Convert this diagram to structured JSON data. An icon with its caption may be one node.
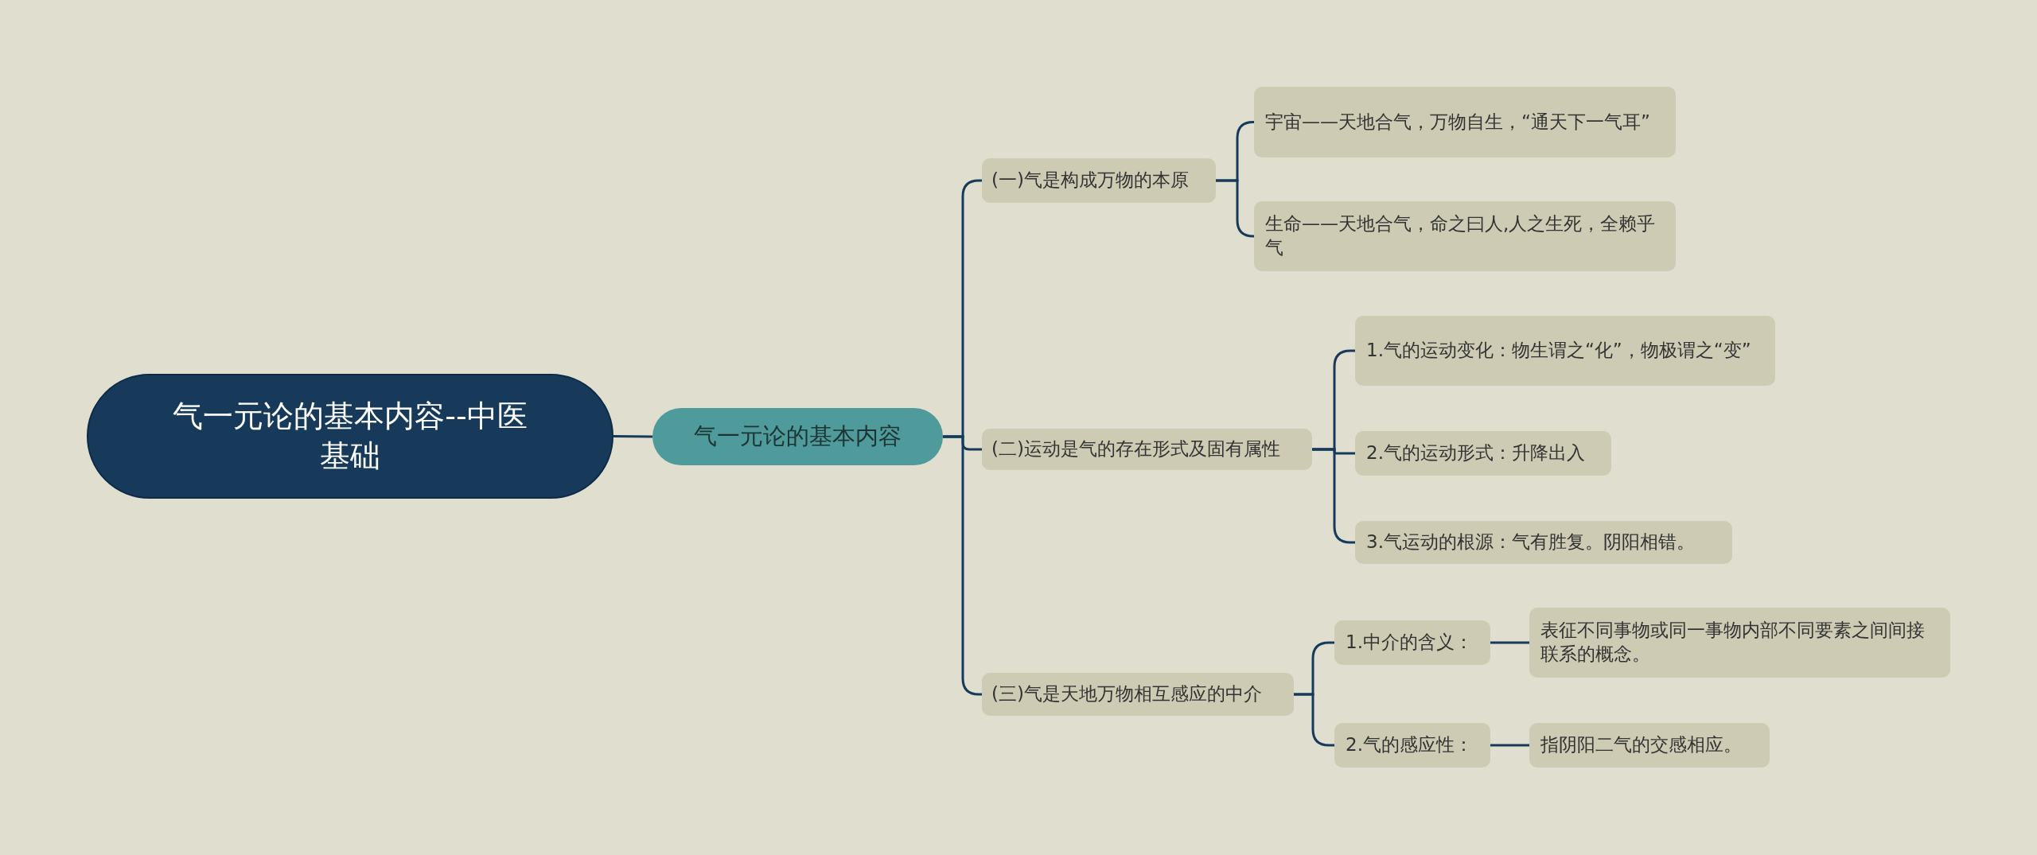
{
  "diagram": {
    "nodes": [
      {
        "text": [
          "气一元论的基本内容--中医基础"
        ]
      },
      {
        "text": [
          "气一元论的基本内容"
        ]
      },
      {
        "text": [
          "(一)气是构成万物的本原"
        ]
      },
      {
        "text": [
          "宇宙——天地合气，万物自生，“通天下一气耳”"
        ]
      },
      {
        "text": [
          "生命——天地合气，命之曰人,人之生死，全赖乎气"
        ]
      },
      {
        "text": [
          "(二)运动是气的存在形式及固有属性"
        ]
      },
      {
        "text": [
          "1.气的运动变化：物生谓之“化”，物极谓之“变”"
        ]
      },
      {
        "text": [
          "2.气的运动形式：升降出入"
        ]
      },
      {
        "text": [
          "3.气运动的根源：气有胜复。阴阳相错。"
        ]
      },
      {
        "text": [
          "(三)气是天地万物相互感应的中介"
        ]
      },
      {
        "text": [
          "1.中介的含义："
        ]
      },
      {
        "text": [
          "表征不同事物或同一事物内部不同要素之间间接联系的概念。"
        ]
      },
      {
        "text": [
          "2.气的感应性："
        ]
      },
      {
        "text": [
          "指阴阳二气的交感相应。"
        ]
      }
    ],
    "edges": [
      {
        "from": 0,
        "to": 1,
        "arrow": "none"
      },
      {
        "from": 1,
        "to": 2,
        "arrow": "none"
      },
      {
        "from": 1,
        "to": 5,
        "arrow": "none"
      },
      {
        "from": 1,
        "to": 9,
        "arrow": "none"
      },
      {
        "from": 2,
        "to": 3,
        "arrow": "none"
      },
      {
        "from": 2,
        "to": 4,
        "arrow": "none"
      },
      {
        "from": 5,
        "to": 6,
        "arrow": "none"
      },
      {
        "from": 5,
        "to": 7,
        "arrow": "none"
      },
      {
        "from": 5,
        "to": 8,
        "arrow": "none"
      },
      {
        "from": 9,
        "to": 10,
        "arrow": "none"
      },
      {
        "from": 9,
        "to": 12,
        "arrow": "none"
      },
      {
        "from": 10,
        "to": 11,
        "arrow": "none"
      },
      {
        "from": 12,
        "to": 13,
        "arrow": "none"
      }
    ]
  }
}
